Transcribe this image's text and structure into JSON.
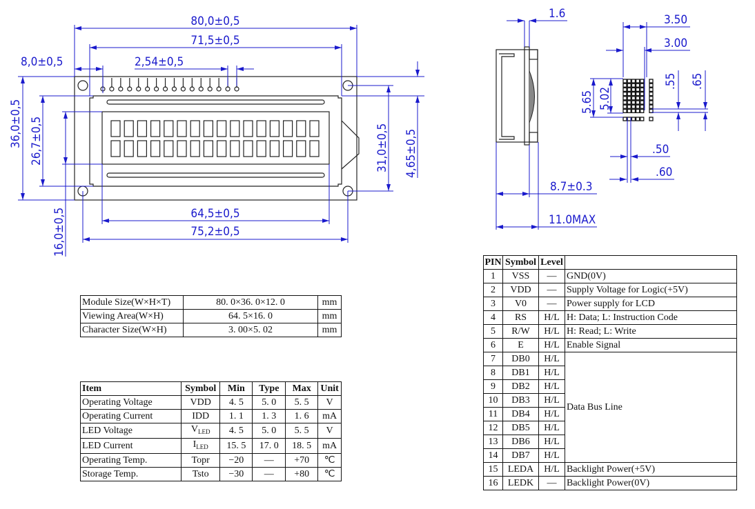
{
  "front_view": {
    "dims": {
      "overall_width": "80,0±0,5",
      "hole_pitch_top": "71,5±0,5",
      "pin1_offset": "8,0±0,5",
      "pin_pitch": "2,54±0,5",
      "overall_height": "36,0±0,5",
      "bezel_height": "26,7±0,5",
      "view_height": "16,0±0,5",
      "hole_pitch_v": "31,0±0,5",
      "bezel_offset": "4,65±0,5",
      "view_width": "64,5±0,5",
      "hole_pitch_h": "75,2±0,5"
    },
    "pin_count": 16,
    "char_columns": 16,
    "char_rows": 2
  },
  "side_view": {
    "pcb": "1.6",
    "body": "8.7±0.3",
    "max": "11.0MAX"
  },
  "char_detail": {
    "pitch_w": "3.50",
    "char_w": "3.00",
    "pitch_h": "5.65",
    "char_h": "5.02",
    "dot_h": ".55",
    "dot_pitch_h": ".65",
    "dot_w": ".50",
    "dot_pitch_w": ".60"
  },
  "size_table": [
    {
      "label": "Module Size(W×H×T)",
      "value": "80. 0×36. 0×12. 0",
      "unit": "mm"
    },
    {
      "label": "Viewing  Area(W×H)",
      "value": "64. 5×16. 0",
      "unit": "mm"
    },
    {
      "label": "Character  Size(W×H)",
      "value": "3. 00×5. 02",
      "unit": "mm"
    }
  ],
  "electrical_table": {
    "headers": [
      "Item",
      "Symbol",
      "Min",
      "Type",
      "Max",
      "Unit"
    ],
    "rows": [
      {
        "item": "Operating  Voltage",
        "symbol": "VDD",
        "symbol_sub": "",
        "min": "4. 5",
        "type": "5. 0",
        "max": "5. 5",
        "unit": "V"
      },
      {
        "item": "Operating  Current",
        "symbol": "IDD",
        "symbol_sub": "",
        "min": "1. 1",
        "type": "1. 3",
        "max": "1. 6",
        "unit": "mA"
      },
      {
        "item": "LED  Voltage",
        "symbol": "V",
        "symbol_sub": "LED",
        "min": "4. 5",
        "type": "5. 0",
        "max": "5. 5",
        "unit": "V"
      },
      {
        "item": "LED  Current",
        "symbol": "I",
        "symbol_sub": "LED",
        "min": "15. 5",
        "type": "17. 0",
        "max": "18. 5",
        "unit": "mA"
      },
      {
        "item": "Operating  Temp.",
        "symbol": "Topr",
        "symbol_sub": "",
        "min": "−20",
        "type": "—",
        "max": "+70",
        "unit": "℃"
      },
      {
        "item": "Storage  Temp.",
        "symbol": "Tsto",
        "symbol_sub": "",
        "min": "−30",
        "type": "—",
        "max": "+80",
        "unit": "℃"
      }
    ]
  },
  "pin_table": {
    "headers": [
      "PIN",
      "Symbol",
      "Level",
      ""
    ],
    "rows": [
      {
        "pin": "1",
        "symbol": "VSS",
        "level": "—",
        "desc": "GND(0V)"
      },
      {
        "pin": "2",
        "symbol": "VDD",
        "level": "—",
        "desc": " Supply Voltage for Logic(+5V)"
      },
      {
        "pin": "3",
        "symbol": "V0",
        "level": "—",
        "desc": "Power supply for LCD"
      },
      {
        "pin": "4",
        "symbol": "RS",
        "level": "H/L",
        "desc": "H: Data;    L: Instruction Code"
      },
      {
        "pin": "5",
        "symbol": "R/W",
        "level": "H/L",
        "desc": "H: Read;    L: Write"
      },
      {
        "pin": "6",
        "symbol": "E",
        "level": "H/L",
        "desc": "Enable Signal"
      },
      {
        "pin": "7",
        "symbol": "DB0",
        "level": "H/L"
      },
      {
        "pin": "8",
        "symbol": "DB1",
        "level": "H/L"
      },
      {
        "pin": "9",
        "symbol": "DB2",
        "level": "H/L"
      },
      {
        "pin": "10",
        "symbol": "DB3",
        "level": "H/L"
      },
      {
        "pin": "11",
        "symbol": "DB4",
        "level": "H/L"
      },
      {
        "pin": "12",
        "symbol": "DB5",
        "level": "H/L"
      },
      {
        "pin": "13",
        "symbol": "DB6",
        "level": "H/L"
      },
      {
        "pin": "14",
        "symbol": "DB7",
        "level": "H/L"
      },
      {
        "pin": "15",
        "symbol": "LEDA",
        "level": "H/L",
        "desc": "Backlight Power(+5V)"
      },
      {
        "pin": "16",
        "symbol": "LEDK",
        "level": "—",
        "desc": "Backlight Power(0V)"
      }
    ],
    "data_bus_desc": "Data Bus Line"
  }
}
